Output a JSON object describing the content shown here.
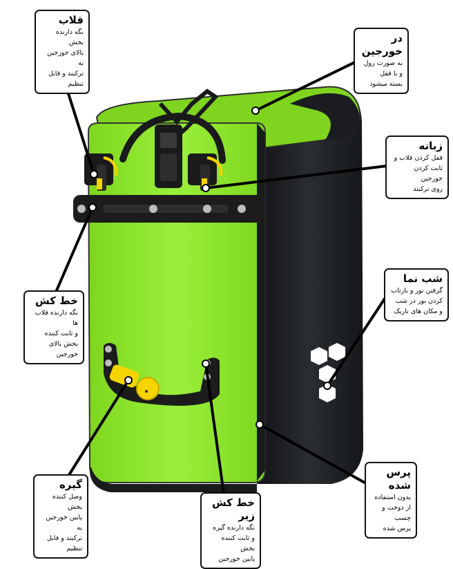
{
  "callouts": {
    "ghollab": {
      "title": "قلاب",
      "body": "نگه دارنده بخش\nبالای خورجین به\nترکبند و قابل تنظیم"
    },
    "dar_khorjin": {
      "title": "در خورجین",
      "body": "به صورت رول\nو با قفل\nبسته میشود"
    },
    "zabaneh": {
      "title": "زبانه",
      "body": "قفل کردن قلاب و\nثابت کردن خورجین\nروی ترکبند"
    },
    "khatkesh": {
      "title": "خط کش",
      "body": "نگه دارنده قلاب ها\nو ثابت کننده\nبخش بالای خورجین"
    },
    "shabnama": {
      "title": "شب نما",
      "body": "گرفتن نور و بازتاب\nکردن نور در شب\nو مکان های تاریک"
    },
    "pers_shodeh": {
      "title": "پرس شده",
      "body": "بدون استفاده\nاز دوخت و چسب\nپرس شده"
    },
    "gireh": {
      "title": "گیره",
      "body": "وصل کننده بخش\nپایین خورجین به\nترکبند و قابل تنظیم"
    },
    "khatkesh_zir": {
      "title": "خط کش زیر",
      "body": "نگه دارنده گیره\nو ثابت کننده بخش\nپایین خورجین"
    }
  },
  "colors": {
    "bag_green": "#8ee62a",
    "bag_black": "#1d1f22",
    "accent_yellow": "#f5d400",
    "line": "#000000"
  }
}
